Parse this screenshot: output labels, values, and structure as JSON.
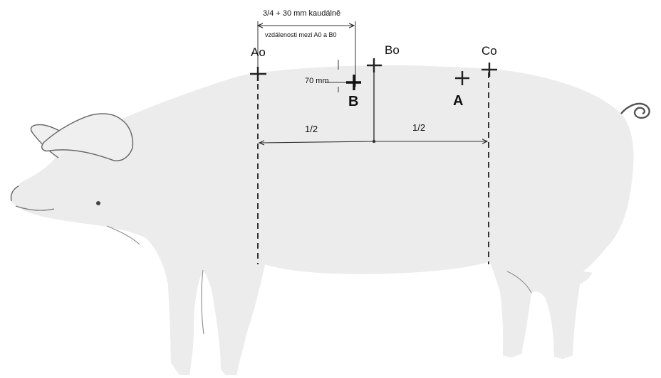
{
  "diagram": {
    "top_dimension_label": "3/4 + 30 mm kaudálně",
    "sub_dimension_label": "vzdálenosti mezi A0 a B0",
    "offset_label": "70 mm",
    "half_left_label": "1/2",
    "half_right_label": "1/2",
    "reference_points": {
      "a0": "Ao",
      "b0": "Bo",
      "c0": "Co"
    },
    "measurement_points": {
      "a": "A",
      "b": "B"
    }
  }
}
